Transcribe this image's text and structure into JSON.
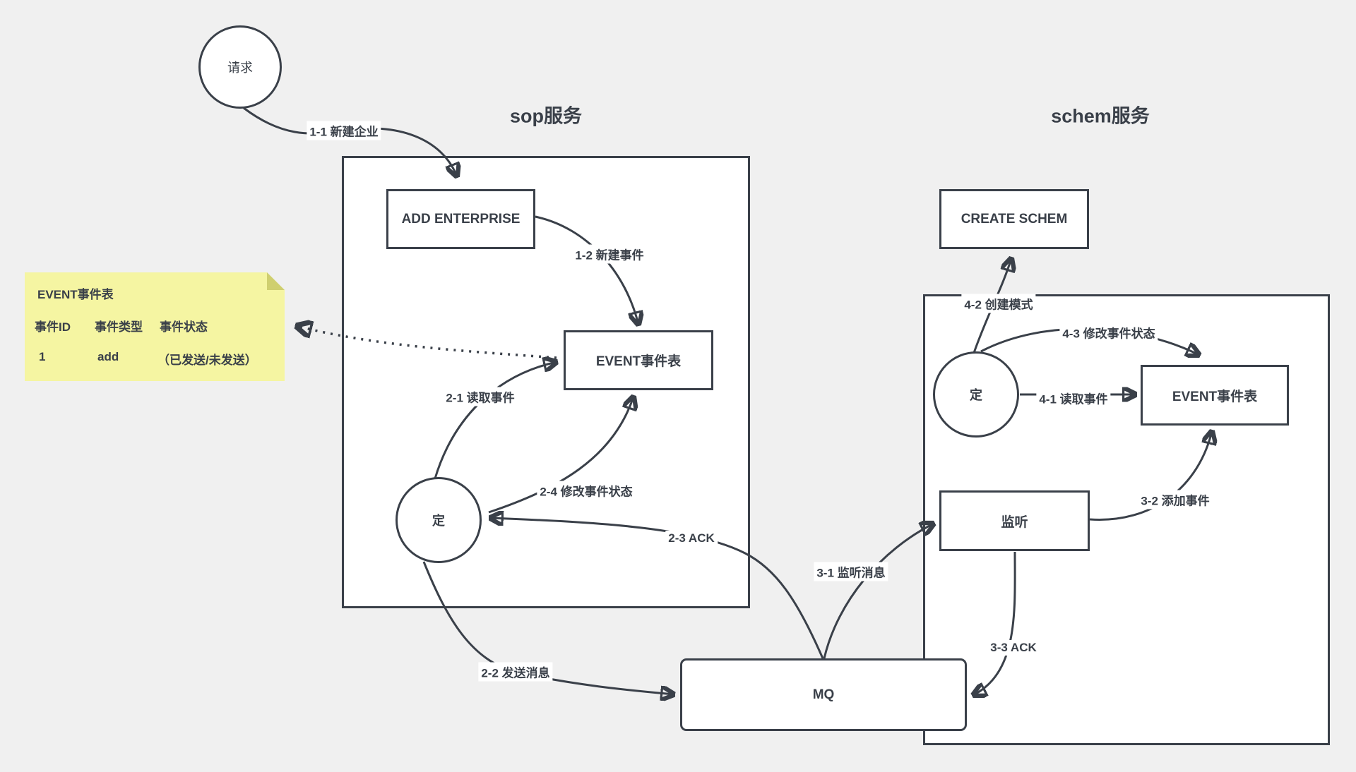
{
  "colors": {
    "background": "#f0f0f0",
    "stroke": "#3a4049",
    "text": "#3a4049",
    "note_fill": "#f5f5a2",
    "note_fold": "#cfcf6f",
    "node_fill": "#ffffff"
  },
  "groups": {
    "sop": {
      "label": "sop服务"
    },
    "schem": {
      "label": "schem服务"
    }
  },
  "nodes": {
    "request_circle": {
      "label": "请求"
    },
    "add_enterprise": {
      "label": "ADD ENTERPRISE"
    },
    "sop_event_table": {
      "label": "EVENT事件表"
    },
    "sop_timer": {
      "label": "定"
    },
    "mq": {
      "label": "MQ"
    },
    "listener": {
      "label": "监听"
    },
    "create_schem": {
      "label": "CREATE SCHEM"
    },
    "schem_timer": {
      "label": "定"
    },
    "schem_event_table": {
      "label": "EVENT事件表"
    }
  },
  "note": {
    "title": "EVENT事件表",
    "columns": [
      "事件ID",
      "事件类型",
      "事件状态"
    ],
    "row": [
      "1",
      "add",
      "（已发送/未发送）"
    ]
  },
  "edges": {
    "e1_1": {
      "label": "1-1 新建企业"
    },
    "e1_2": {
      "label": "1-2 新建事件"
    },
    "e2_1": {
      "label": "2-1 读取事件"
    },
    "e2_2": {
      "label": "2-2 发送消息"
    },
    "e2_3": {
      "label": "2-3 ACK"
    },
    "e2_4": {
      "label": "2-4 修改事件状态"
    },
    "e3_1": {
      "label": "3-1 监听消息"
    },
    "e3_2": {
      "label": "3-2 添加事件"
    },
    "e3_3": {
      "label": "3-3 ACK"
    },
    "e4_1": {
      "label": "4-1 读取事件"
    },
    "e4_2": {
      "label": "4-2 创建模式"
    },
    "e4_3": {
      "label": "4-3 修改事件状态"
    }
  }
}
